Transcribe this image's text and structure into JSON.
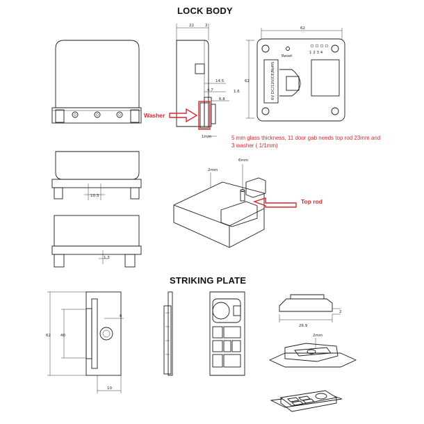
{
  "titles": {
    "lock_body": "LOCK BODY",
    "striking_plate": "STRIKING PLATE"
  },
  "callouts": {
    "washer": "Washer",
    "top_rod": "Top rod",
    "note_line1": "5 mm glass thickness, 11 door gab needs top rod 23mm and",
    "note_line2": "3 washer ( 1/1mm)"
  },
  "labels": {
    "reset": "Reset",
    "indicators": "1 2 3 4",
    "spec": "6V DC/12V/CE/RoHS",
    "pin_label": "6mm",
    "depth_label": "2mm",
    "depth_label_2": "2mm"
  },
  "dimensions": {
    "side_width": "22",
    "side_top": "2",
    "front_width": "62",
    "front_height": "62",
    "d_14_5": "14.5",
    "d_1_6": "1.6",
    "d_4_7": "4.7",
    "d_6_8": "6.8",
    "d_1mm": "1mm",
    "d_10_3": "10.3",
    "d_1_3": "1.3",
    "sp_height": "62",
    "sp_inner": "40",
    "sp_6": "6",
    "sp_10": "10",
    "sp_26_9": "26.9",
    "sp_2": "2"
  },
  "colors": {
    "callout_red": "#d9272e",
    "line": "#1a1a1a"
  }
}
